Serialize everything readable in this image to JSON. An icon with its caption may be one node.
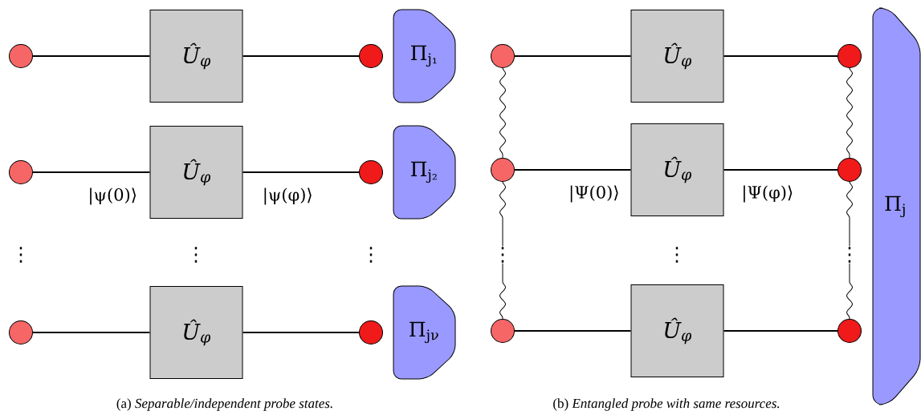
{
  "diagram": {
    "nodes": [
      {
        "text": [],
        "shape": "circle"
      },
      {
        "text": [
          "Û$_{φ}$"
        ]
      },
      {
        "text": [],
        "shape": "circle"
      },
      {
        "text": [
          "Π$_{j₁}$"
        ]
      },
      {
        "text": [],
        "shape": "circle"
      },
      {
        "text": [
          "Û$_{φ}$"
        ]
      },
      {
        "text": [],
        "shape": "circle"
      },
      {
        "text": [
          "Π$_{j₂}$"
        ]
      },
      {
        "text": [],
        "shape": "circle"
      },
      {
        "text": [
          "Û$_{φ}$"
        ]
      },
      {
        "text": [],
        "shape": "circle"
      },
      {
        "text": [
          "Π$_{jν}$"
        ]
      },
      {
        "text": [],
        "shape": "circle"
      },
      {
        "text": [
          "Û$_{φ}$"
        ]
      },
      {
        "text": [],
        "shape": "circle"
      },
      {
        "text": [],
        "shape": "circle"
      },
      {
        "text": [
          "Û$_{φ}$"
        ]
      },
      {
        "text": [],
        "shape": "circle"
      },
      {
        "text": [],
        "shape": "circle"
      },
      {
        "text": [
          "Û$_{φ}$"
        ]
      },
      {
        "text": [],
        "shape": "circle"
      },
      {
        "text": [
          "Π$_{j}$"
        ]
      }
    ],
    "edges": [
      {
        "from": 0,
        "to": 1,
        "arrow": "none"
      },
      {
        "from": 1,
        "to": 2,
        "arrow": "none"
      },
      {
        "from": 4,
        "to": 5,
        "arrow": "none",
        "label": "|ψ(0)⟩"
      },
      {
        "from": 5,
        "to": 6,
        "arrow": "none",
        "label": "|ψ(φ)⟩"
      },
      {
        "from": 8,
        "to": 9,
        "arrow": "none"
      },
      {
        "from": 9,
        "to": 10,
        "arrow": "none"
      },
      {
        "from": 12,
        "to": 13,
        "arrow": "none"
      },
      {
        "from": 13,
        "to": 14,
        "arrow": "none"
      },
      {
        "from": 15,
        "to": 16,
        "arrow": "none",
        "label": "|Ψ(0)⟩"
      },
      {
        "from": 16,
        "to": 17,
        "arrow": "none",
        "label": "|Ψ(φ)⟩"
      },
      {
        "from": 18,
        "to": 19,
        "arrow": "none"
      },
      {
        "from": 19,
        "to": 20,
        "arrow": "none"
      },
      {
        "from": 12,
        "to": 15,
        "arrow": "none"
      },
      {
        "from": 15,
        "to": 18,
        "arrow": "none"
      },
      {
        "from": 14,
        "to": 17,
        "arrow": "none"
      },
      {
        "from": 17,
        "to": 20,
        "arrow": "none"
      }
    ],
    "labels": [
      "⋮",
      "⋮",
      "⋮",
      "⋮",
      "⋮",
      "⋮",
      "(a) *Separable/independent probe states.*",
      "(b) *Entangled probe with same resources.*"
    ]
  }
}
